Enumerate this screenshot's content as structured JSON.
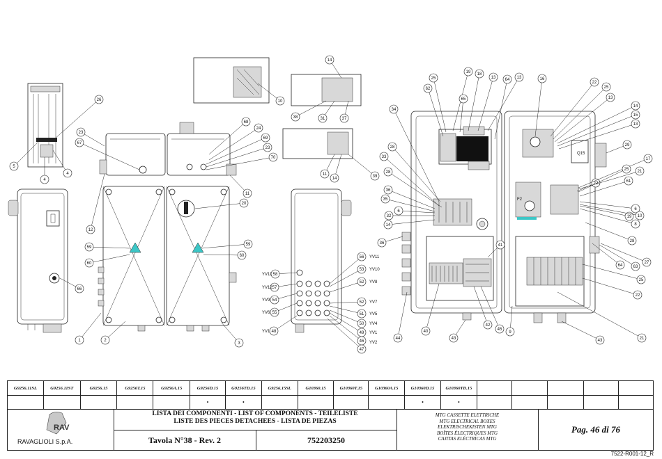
{
  "callouts": {
    "left": [
      "26",
      "23",
      "67",
      "68",
      "24",
      "69",
      "23",
      "70",
      "11",
      "12",
      "20",
      "59",
      "60",
      "66",
      "1",
      "2",
      "3",
      "5",
      "4",
      "4",
      "59",
      "60"
    ],
    "top_details": [
      "14",
      "10",
      "38",
      "31",
      "37",
      "11",
      "14",
      "39"
    ],
    "middle": [
      "56",
      "53",
      "52",
      "52",
      "51",
      "50",
      "49",
      "46",
      "47",
      "48",
      "58",
      "57",
      "54",
      "55"
    ],
    "middle_tags": [
      "YV11",
      "YV10",
      "YV8",
      "YV12",
      "YV7",
      "YV6",
      "YV5",
      "YV4",
      "YV1",
      "YV2",
      "YV9"
    ],
    "right": [
      "19",
      "18",
      "13",
      "13",
      "64",
      "16",
      "22",
      "25",
      "13",
      "15",
      "14",
      "13",
      "29",
      "25",
      "62",
      "65",
      "34",
      "33",
      "28",
      "28",
      "36",
      "35",
      "6",
      "32",
      "14",
      "36",
      "22",
      "17",
      "25",
      "61",
      "21",
      "6",
      "8",
      "19",
      "10",
      "28",
      "64",
      "63",
      "27",
      "25",
      "22",
      "21",
      "43",
      "44",
      "40",
      "42",
      "45",
      "9",
      "41",
      "43",
      "Q15",
      "F2"
    ]
  },
  "table": {
    "codes": [
      "G9256.11SL",
      "G9256.11ST",
      "G9256.15",
      "G9256T.15",
      "G9256A.15",
      "G9256D.15",
      "G9256TD.15",
      "G9256.15SL",
      "G10360.15",
      "G10360T.15",
      "G10360A.15",
      "G10360D.15",
      "G10360TD.15",
      "",
      "",
      "",
      "",
      ""
    ],
    "dots": [
      "",
      "",
      "",
      "",
      "",
      "•",
      "•",
      "",
      "",
      "",
      "",
      "•",
      "•",
      "",
      "",
      "",
      "",
      ""
    ]
  },
  "title_block": {
    "company": "RAVAGLIOLI S.p.A.",
    "logo_text": "RAV",
    "lista_line1": "LISTA DEI COMPONENTI - LIST OF COMPONENTS - TEILELISTE",
    "lista_line2": "LISTE DES PIECES DETACHEES - LISTA DE PIEZAS",
    "tavola": "Tavola N°38 - Rev. 2",
    "code": "752203250",
    "mtg": [
      "MTG CASSETTE ELETTRICHE",
      "MTG ELECTRICAL BOXES",
      "ELEKTRISCHEKISTEN MTG",
      "BOÎTES ÉLECTRIQUES MTG",
      "CAJITAS ELÉCTRICAS MTG"
    ],
    "page": "Pag. 46 di 76",
    "doc_ref": "7522-R001-12_R"
  }
}
